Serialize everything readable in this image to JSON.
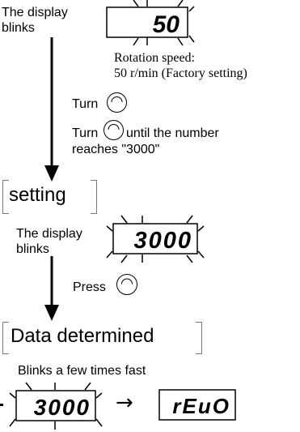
{
  "step1": {
    "blink_label": "The display blinks",
    "display_value": "50",
    "caption_line1": "Rotation speed:",
    "caption_line2": "50 r/min (Factory setting)",
    "turn_label": "Turn",
    "turn_until_before": "Turn",
    "turn_until_after": "until the number",
    "turn_until_line2": "reaches \"3000\""
  },
  "setting": {
    "heading": "setting",
    "blink_label": "The display blinks",
    "display_value": "3000",
    "press_label": "Press"
  },
  "data_determined": {
    "heading": "Data determined",
    "subtext": "Blinks a few times fast",
    "display_value": "3000",
    "arrow": "→",
    "result_value": "rEuO"
  },
  "icons": [
    "knob-icon",
    "down-arrow-icon",
    "right-arrow-icon"
  ]
}
